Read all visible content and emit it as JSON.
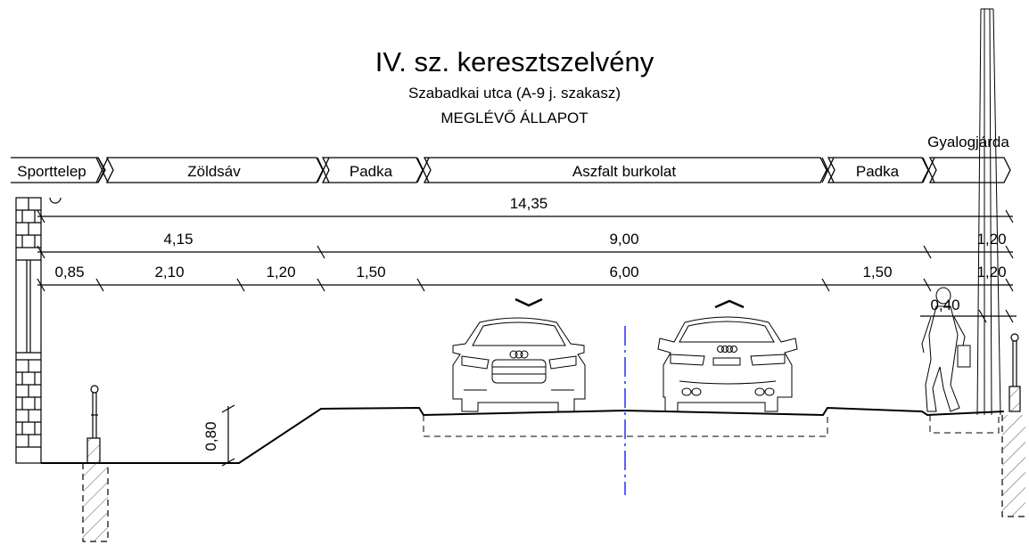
{
  "title": "IV. sz. keresztszelvény",
  "subtitle": "Szabadkai utca (A-9 j. szakasz)",
  "state": "MEGLÉVŐ ÁLLAPOT",
  "zones": [
    {
      "key": "sporttelep",
      "label": "Sporttelep"
    },
    {
      "key": "zoldsav",
      "label": "Zöldsáv"
    },
    {
      "key": "padka-left",
      "label": "Padka"
    },
    {
      "key": "aszfalt",
      "label": "Aszfalt burkolat"
    },
    {
      "key": "padka-right",
      "label": "Padka"
    },
    {
      "key": "gyalogjarda",
      "label": "Gyalogjárda"
    }
  ],
  "dimensions": {
    "total": "14,35",
    "row2": [
      "4,15",
      "9,00",
      "1,20"
    ],
    "row3": [
      "0,85",
      "2,10",
      "1,20",
      "1,50",
      "6,00",
      "1,50",
      "1,20"
    ],
    "extra": "0,40",
    "height": "0,80"
  },
  "colors": {
    "line": "#000000",
    "axis": "#1a1aff",
    "hatch": "#555555"
  },
  "icons": [
    "lane-direction-down-icon",
    "lane-direction-up-icon",
    "car-front-icon",
    "car-rear-icon",
    "pedestrian-icon",
    "lamp-post-icon",
    "pole-icon"
  ]
}
